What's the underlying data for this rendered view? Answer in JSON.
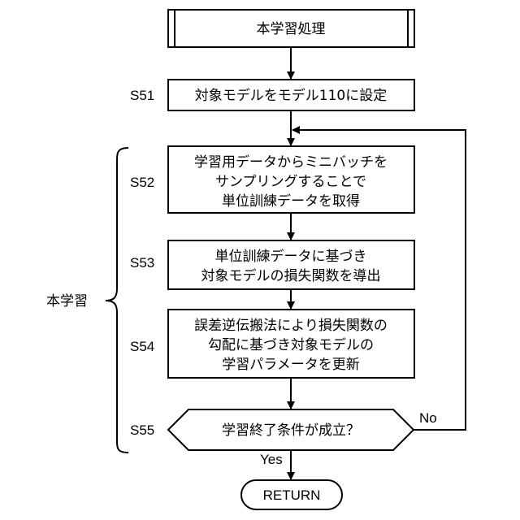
{
  "flowchart": {
    "start": "本学習処理",
    "steps": [
      {
        "id": "S51",
        "lines": [
          "対象モデルをモデル110に設定"
        ]
      },
      {
        "id": "S52",
        "lines": [
          "学習用データからミニバッチを",
          "サンプリングすることで",
          "単位訓練データを取得"
        ]
      },
      {
        "id": "S53",
        "lines": [
          "単位訓練データに基づき",
          "対象モデルの損失関数を導出"
        ]
      },
      {
        "id": "S54",
        "lines": [
          "誤差逆伝搬法により損失関数の",
          "勾配に基づき対象モデルの",
          "学習パラメータを更新"
        ]
      }
    ],
    "decision": {
      "id": "S55",
      "text": "学習終了条件が成立？",
      "no_label": "No",
      "yes_label": "Yes"
    },
    "end": "RETURN",
    "brace_label": "本学習"
  }
}
